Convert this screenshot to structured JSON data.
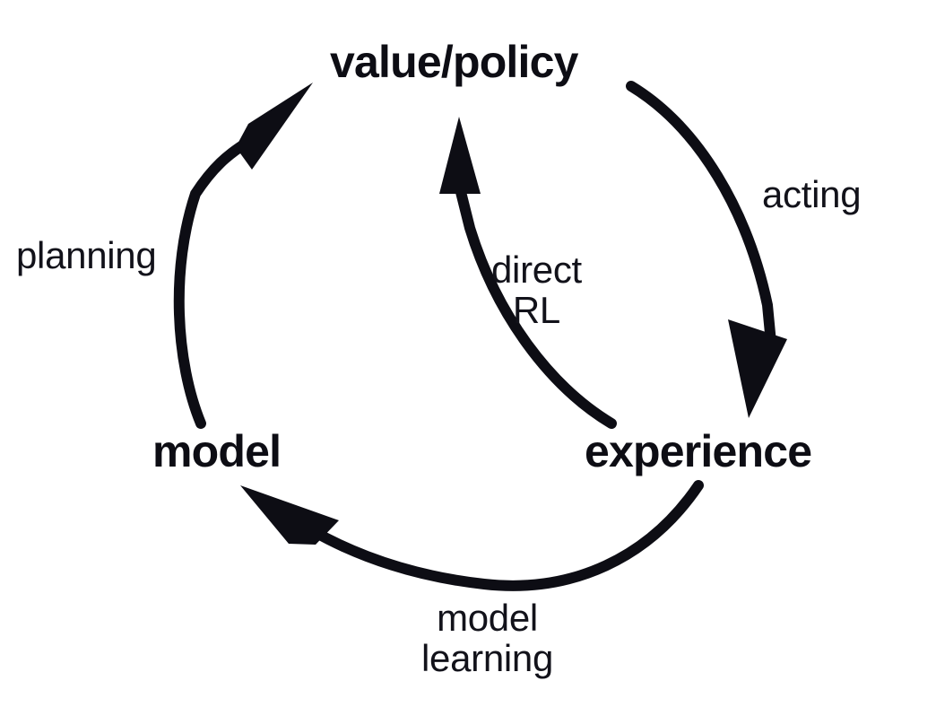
{
  "figure": {
    "background_color": "#ffffff",
    "stroke_color": "#0d0d14",
    "title": "Dyna architecture cycle"
  },
  "nodes": [
    {
      "id": "value-policy",
      "label": "value/policy",
      "weight": "bold"
    },
    {
      "id": "model",
      "label": "model",
      "weight": "bold"
    },
    {
      "id": "experience",
      "label": "experience",
      "weight": "bold"
    }
  ],
  "edges": [
    {
      "id": "planning",
      "label": "planning",
      "label_lines": [
        "planning"
      ],
      "from": "model",
      "to": "value-policy",
      "arrowhead": "value-policy"
    },
    {
      "id": "acting",
      "label": "acting",
      "label_lines": [
        "acting"
      ],
      "from": "value-policy",
      "to": "experience",
      "arrowhead": "experience"
    },
    {
      "id": "direct-rl",
      "label": "direct RL",
      "label_lines": [
        "direct",
        "RL"
      ],
      "from": "experience",
      "to": "value-policy",
      "arrowhead": "value-policy"
    },
    {
      "id": "model-learning",
      "label": "model learning",
      "label_lines": [
        "model",
        "learning"
      ],
      "from": "experience",
      "to": "model",
      "arrowhead": "model"
    }
  ],
  "labels": {
    "value_policy": "value/policy",
    "model": "model",
    "experience": "experience",
    "planning": "planning",
    "acting": "acting",
    "direct_line1": "direct",
    "direct_line2": "RL",
    "learning_line1": "model",
    "learning_line2": "learning"
  }
}
